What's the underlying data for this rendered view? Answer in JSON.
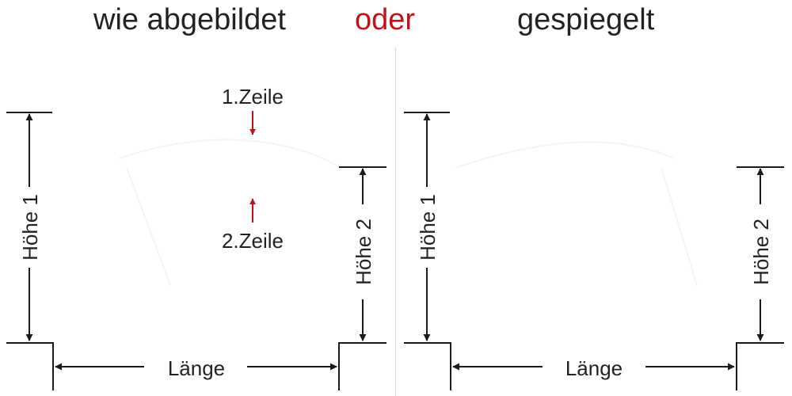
{
  "header": {
    "left_title": "wie abgebildet",
    "middle_title": "oder",
    "right_title": "gespiegelt"
  },
  "panels": {
    "left": {
      "height1_label": "Höhe 1",
      "height2_label": "Höhe 2",
      "length_label": "Länge",
      "line1_label": "1.Zeile",
      "line2_label": "2.Zeile"
    },
    "right": {
      "height1_label": "Höhe 1",
      "height2_label": "Höhe 2",
      "length_label": "Länge"
    }
  },
  "colors": {
    "text": "#222222",
    "accent": "#c0121b",
    "line": "#1a1a1a",
    "divider": "#d6d6d6"
  }
}
